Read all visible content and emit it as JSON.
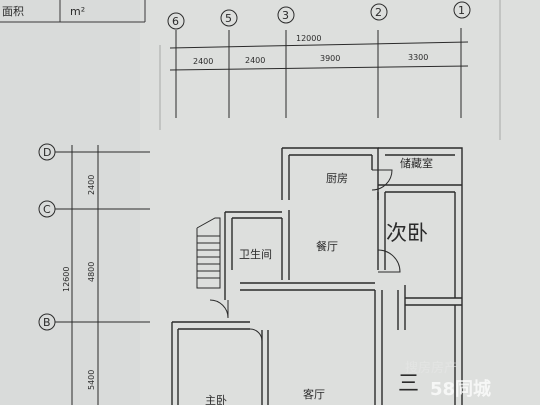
{
  "header": {
    "cell_label": "面积",
    "unit": "m²"
  },
  "axes_top": {
    "bubbles": [
      "6",
      "5",
      "3",
      "2",
      "1"
    ],
    "total": "12000",
    "spans": [
      "2400",
      "2400",
      "3900",
      "3300"
    ]
  },
  "axes_left": {
    "bubbles": [
      "D",
      "C",
      "B"
    ],
    "total": "12600",
    "spans": [
      "2400",
      "4800",
      "5400"
    ]
  },
  "rooms": {
    "kitchen": "厨房",
    "storage": "储藏室",
    "dining": "餐厅",
    "second_bedroom": "次卧",
    "bathroom": "卫生间",
    "master_bedroom": "主卧",
    "living_room": "客厅",
    "partial_label": "三"
  },
  "watermark": {
    "line1": "搜房房产",
    "line2": "58同城"
  },
  "colors": {
    "paper": "#d9dbda",
    "ink": "#2b2b2b"
  }
}
